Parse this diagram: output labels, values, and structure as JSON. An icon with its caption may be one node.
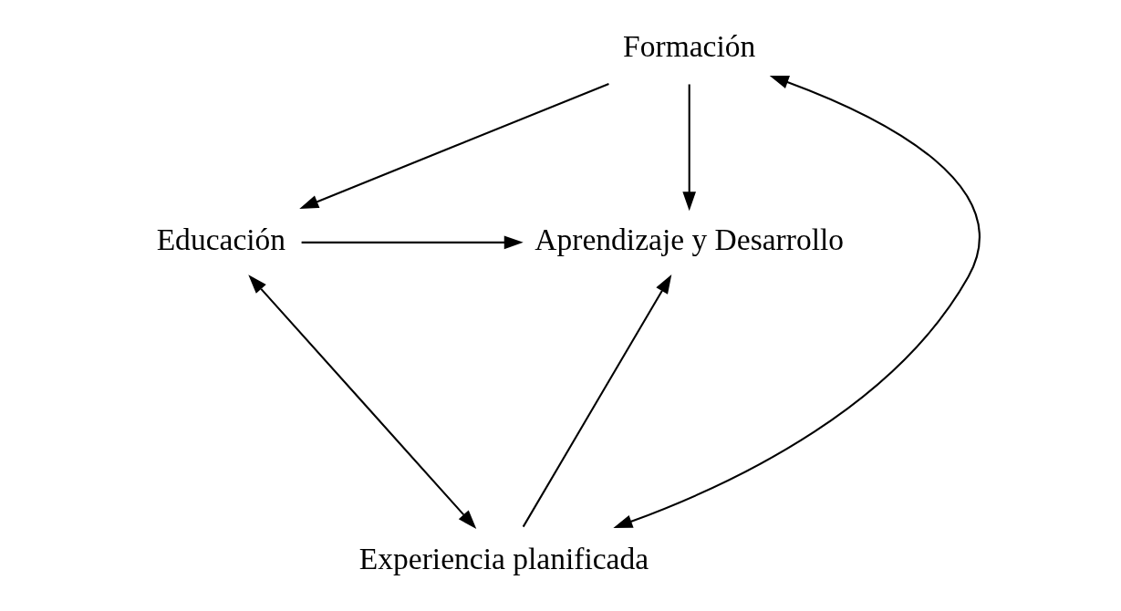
{
  "diagram": {
    "nodes": [
      {
        "text": [
          "Formación"
        ]
      },
      {
        "text": [
          "Educación"
        ]
      },
      {
        "text": [
          "Aprendizaje y Desarrollo"
        ]
      },
      {
        "text": [
          "Experiencia planificada"
        ]
      }
    ],
    "edges": [
      {
        "from": 0,
        "to": 1,
        "arrow": "to"
      },
      {
        "from": 0,
        "to": 2,
        "arrow": "to"
      },
      {
        "from": 1,
        "to": 2,
        "arrow": "to"
      },
      {
        "from": 0,
        "to": 3,
        "arrow": "both"
      },
      {
        "from": 1,
        "to": 3,
        "arrow": "both"
      },
      {
        "from": 3,
        "to": 2,
        "arrow": "to"
      }
    ]
  }
}
